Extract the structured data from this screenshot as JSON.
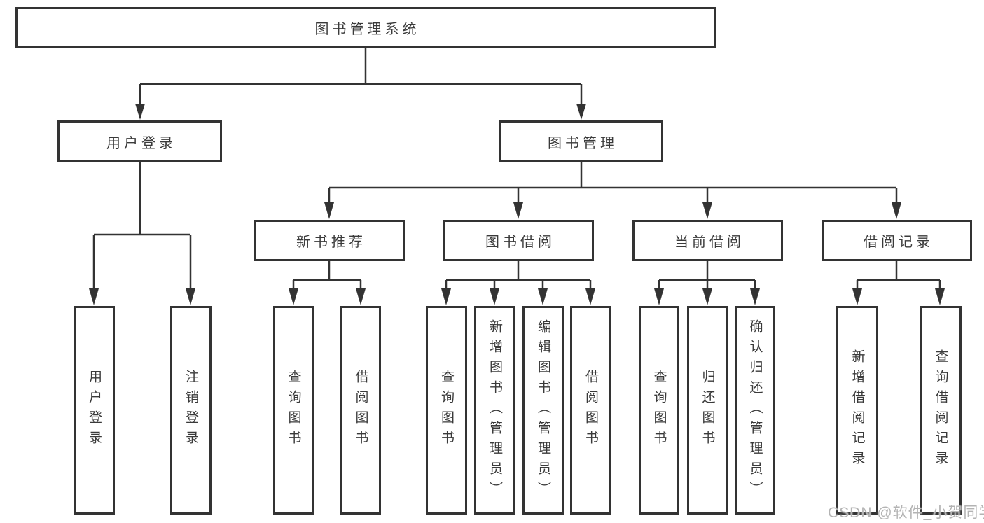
{
  "diagram_title": "图书管理系统",
  "colors": {
    "line": "#333333",
    "box_border": "#333333",
    "text": "#3a3a3a",
    "watermark": "#b3b3b3",
    "background": "#ffffff"
  },
  "nodes": {
    "root": {
      "label": "图书管理系统"
    },
    "level2": [
      {
        "label": "用户登录"
      },
      {
        "label": "图书管理"
      }
    ],
    "level3": [
      {
        "label": "新书推荐",
        "parent": "图书管理"
      },
      {
        "label": "图书借阅",
        "parent": "图书管理"
      },
      {
        "label": "当前借阅",
        "parent": "图书管理"
      },
      {
        "label": "借阅记录",
        "parent": "图书管理"
      }
    ],
    "leaves": [
      {
        "label": "用户登录",
        "parent": "用户登录"
      },
      {
        "label": "注销登录",
        "parent": "用户登录"
      },
      {
        "label": "查询图书",
        "parent": "新书推荐"
      },
      {
        "label": "借阅图书",
        "parent": "新书推荐"
      },
      {
        "label": "查询图书",
        "parent": "图书借阅"
      },
      {
        "label": "新增图书（管理员）",
        "parent": "图书借阅"
      },
      {
        "label": "编辑图书（管理员）",
        "parent": "图书借阅"
      },
      {
        "label": "借阅图书",
        "parent": "图书借阅"
      },
      {
        "label": "查询图书",
        "parent": "当前借阅"
      },
      {
        "label": "归还图书",
        "parent": "当前借阅"
      },
      {
        "label": "确认归还（管理员）",
        "parent": "当前借阅"
      },
      {
        "label": "新增借阅记录",
        "parent": "借阅记录"
      },
      {
        "label": "查询借阅记录",
        "parent": "借阅记录"
      }
    ]
  },
  "watermark": {
    "text": "CSDN @软件_小贺同学"
  }
}
